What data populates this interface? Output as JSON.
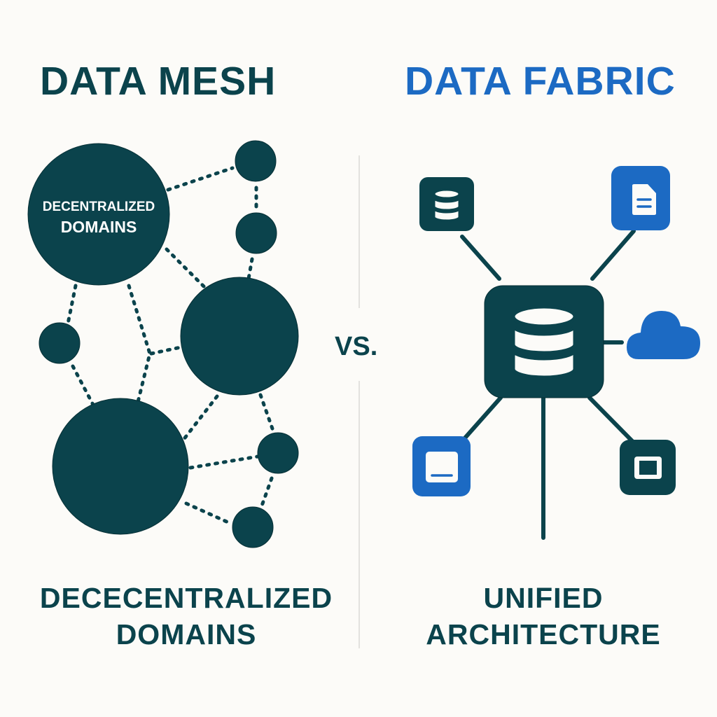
{
  "colors": {
    "background": "#fcfbf8",
    "dark_teal": "#0b434c",
    "blue": "#1c6ac3",
    "divider": "#e3e2de",
    "white": "#ffffff"
  },
  "left": {
    "title": "DATA MESH",
    "circle_label_line1": "DECENTRALIZED",
    "circle_label_line2": "DOMAINS",
    "caption_line1": "DECECENTRALIZED",
    "caption_line2": "DOMAINS",
    "nodes": [
      {
        "id": "domain-main",
        "size": "large",
        "labeled": true
      },
      {
        "id": "node-top-right",
        "size": "small"
      },
      {
        "id": "node-second-right",
        "size": "small"
      },
      {
        "id": "domain-mid",
        "size": "large"
      },
      {
        "id": "node-left",
        "size": "small"
      },
      {
        "id": "domain-bottom",
        "size": "large"
      },
      {
        "id": "node-lower-right",
        "size": "small"
      },
      {
        "id": "node-bottom",
        "size": "small"
      }
    ],
    "connections": [
      [
        "domain-main",
        "node-top-right"
      ],
      [
        "node-top-right",
        "node-second-right"
      ],
      [
        "node-second-right",
        "domain-mid"
      ],
      [
        "domain-main",
        "domain-mid"
      ],
      [
        "domain-main",
        "node-left"
      ],
      [
        "domain-main",
        "hub-junction"
      ],
      [
        "hub-junction",
        "domain-mid"
      ],
      [
        "hub-junction",
        "domain-bottom"
      ],
      [
        "node-left",
        "domain-bottom"
      ],
      [
        "domain-mid",
        "domain-bottom"
      ],
      [
        "domain-mid",
        "node-lower-right"
      ],
      [
        "domain-bottom",
        "node-lower-right"
      ],
      [
        "node-lower-right",
        "node-bottom"
      ],
      [
        "domain-bottom",
        "node-bottom"
      ]
    ],
    "connection_style": "dotted"
  },
  "separator": {
    "label": "VS."
  },
  "right": {
    "title": "DATA FABRIC",
    "caption_line1": "UNIFIED",
    "caption_line2": "ARCHITECTURE",
    "hub": {
      "icon": "database-icon",
      "color": "dark_teal"
    },
    "nodes": [
      {
        "id": "source-database",
        "icon": "database-icon",
        "color": "dark_teal"
      },
      {
        "id": "source-document",
        "icon": "document-icon",
        "color": "blue"
      },
      {
        "id": "source-cloud",
        "icon": "cloud-icon",
        "color": "blue"
      },
      {
        "id": "source-terminal",
        "icon": "window-icon",
        "color": "blue"
      },
      {
        "id": "source-screen",
        "icon": "screen-icon",
        "color": "dark_teal"
      }
    ],
    "connection_style": "solid"
  }
}
